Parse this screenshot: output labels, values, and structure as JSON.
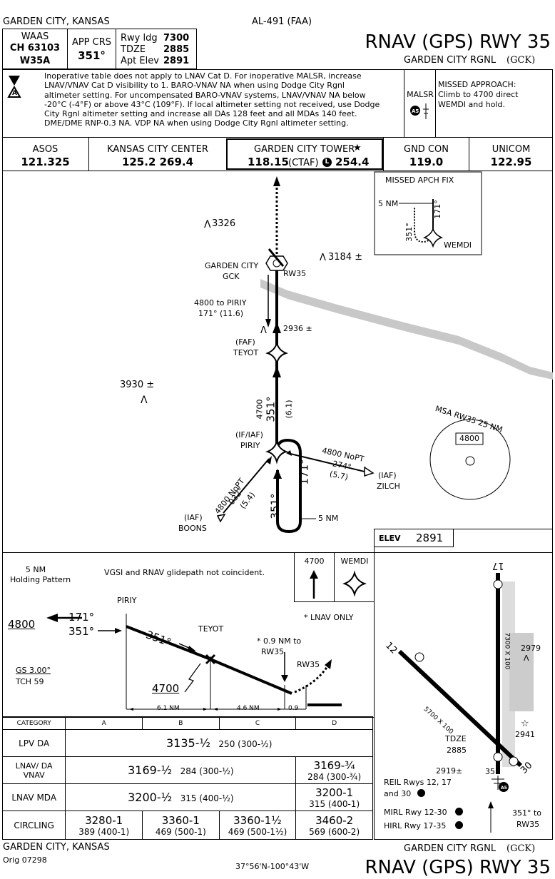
{
  "top": {
    "location": "GARDEN CITY, KANSAS",
    "volume": "AL-491 (FAA)"
  },
  "header": {
    "waas_label": "WAAS",
    "waas_ch": "CH 63103",
    "waas_id": "W35A",
    "app_crs_label": "APP CRS",
    "app_crs": "351°",
    "rwy_ldg_label": "Rwy ldg",
    "rwy_ldg": "7300",
    "tdze_label": "TDZE",
    "tdze": "2885",
    "apt_elev_label": "Apt Elev",
    "apt_elev": "2891",
    "title": "RNAV (GPS) RWY 35",
    "airport": "GARDEN CITY RGNL",
    "ident": "(GCK)"
  },
  "notes": {
    "lines": [
      "Inoperative table does not apply to LNAV Cat D. For inoperative MALSR, increase",
      "LNAV/VNAV Cat D visibility to 1. BARO-VNAV NA when using Dodge City Rgnl",
      "altimeter setting. For uncompensated BARO-VNAV systems, LNAV/VNAV NA below",
      "-20°C (-4°F) or above 43°C (109°F). If local altimeter setting not received, use Dodge",
      "City Rgnl altimeter setting and increase all DAs 128 feet and all MDAs 140 feet.",
      "DME/DME RNP-0.3 NA. VDP NA when using Dodge City Rgnl altimeter setting."
    ],
    "malsr": "MALSR",
    "missed_approach": [
      "MISSED APPROACH:",
      "Climb to 4700 direct",
      "WEMDI and hold."
    ]
  },
  "comms": [
    {
      "name": "ASOS",
      "freq": "121.325"
    },
    {
      "name": "KANSAS CITY CENTER",
      "freq": "125.2  269.4"
    },
    {
      "name": "GARDEN CITY TOWER",
      "freq": "118.15",
      "ctaf": "(CTAF)",
      "uhf": "254.4"
    },
    {
      "name": "GND CON",
      "freq": "119.0"
    },
    {
      "name": "UNICOM",
      "freq": "122.95"
    }
  ],
  "planview": {
    "missed_apch_fix": "MISSED APCH FIX",
    "map_5nm": "5 NM",
    "map_171": "171°",
    "map_351": "351°",
    "wemdi": "WEMDI",
    "elev_3326": "3326",
    "elev_3184": "3184 ±",
    "garden_city": "GARDEN CITY",
    "gck": "GCK",
    "rw35": "RW35",
    "to_piriy": "4800 to PIRIY",
    "to_piriy_crs": "171° (11.6)",
    "elev_2936": "2936 ±",
    "faf": "(FAF)",
    "teyot": "TEYOT",
    "elev_3930": "3930 ±",
    "leg_alt": "4700",
    "leg_crs": "351°",
    "leg_dist": "(6.1)",
    "if_iaf": "(IF/IAF)",
    "piriy": "PIRIY",
    "zilch_alt": "4800 NoPT",
    "zilch_crs": "274°",
    "zilch_dist": "(5.7)",
    "iaf": "(IAF)",
    "zilch": "ZILCH",
    "boons_alt": "4800 NoPT",
    "boons_crs": "032°",
    "boons_dist": "(5.4)",
    "boons": "BOONS",
    "hold_171": "171°",
    "hold_351": "351°",
    "hold_5nm": "5 NM",
    "msa": "MSA RW35 25 NM",
    "msa_alt": "4800"
  },
  "profile": {
    "holding_1": "5 NM",
    "holding_2": "Holding Pattern",
    "vgsi": "VGSI and RNAV glidepath not coincident.",
    "ma_alt": "4700",
    "ma_fix": "WEMDI",
    "lnav_only": "* LNAV ONLY",
    "piriy": "PIRIY",
    "alt_4800": "4800",
    "crs_171": "171°",
    "crs_351a": "351°",
    "crs_351b": "351°",
    "teyot": "TEYOT",
    "alt_4700": "4700",
    "vdp_1": "* 0.9 NM to",
    "vdp_2": "RW35",
    "rw35": "RW35",
    "gs": "GS 3.00°",
    "tch": "TCH 59",
    "d1": "6.1 NM",
    "d2": "4.6 NM",
    "d3": "0.9"
  },
  "minimums": {
    "headers": [
      "CATEGORY",
      "A",
      "B",
      "C",
      "D"
    ],
    "lpv": {
      "label": "LPV  DA",
      "value": "3135-½",
      "sub": "250 (300-½)"
    },
    "lnav_vnav": {
      "label1": "LNAV/",
      "label2": "VNAV",
      "label3": "DA",
      "abc": "3169-½",
      "abc_sub": "284 (300-½)",
      "d": "3169-¾",
      "d_sub": "284 (300-¾)"
    },
    "lnav": {
      "label": "LNAV MDA",
      "abc": "3200-½",
      "abc_sub": "315 (400-½)",
      "d": "3200-1",
      "d_sub": "315 (400-1)"
    },
    "circling": {
      "label": "CIRCLING",
      "a": "3280-1",
      "a_sub": "389 (400-1)",
      "b": "3360-1",
      "b_sub": "469 (500-1)",
      "c": "3360-1½",
      "c_sub": "469 (500-1½)",
      "d": "3460-2",
      "d_sub": "569 (600-2)"
    }
  },
  "airport_diagram": {
    "elev_label": "ELEV",
    "elev": "2891",
    "rwy17": "17",
    "rwy35": "35",
    "rwy12": "12",
    "rwy30": "30",
    "dim1": "7300 X 100",
    "dim2": "5700 X 100",
    "obs1": "2979",
    "obs2": "2941",
    "obs3": "2919±",
    "tdze_label": "TDZE",
    "tdze": "2885",
    "reil": "REIL Rwys 12, 17",
    "reil2": "and 30",
    "mirl": "MIRL Rwy 12-30",
    "hirl": "HIRL Rwy 17-35",
    "crs_to": "351° to",
    "crs_rw": "RW35"
  },
  "footer": {
    "location": "GARDEN CITY, KANSAS",
    "orig": "Orig 07298",
    "coords": "37°56'N-100°43'W",
    "airport": "GARDEN CITY RGNL",
    "ident": "(GCK)",
    "title": "RNAV (GPS) RWY 35"
  }
}
